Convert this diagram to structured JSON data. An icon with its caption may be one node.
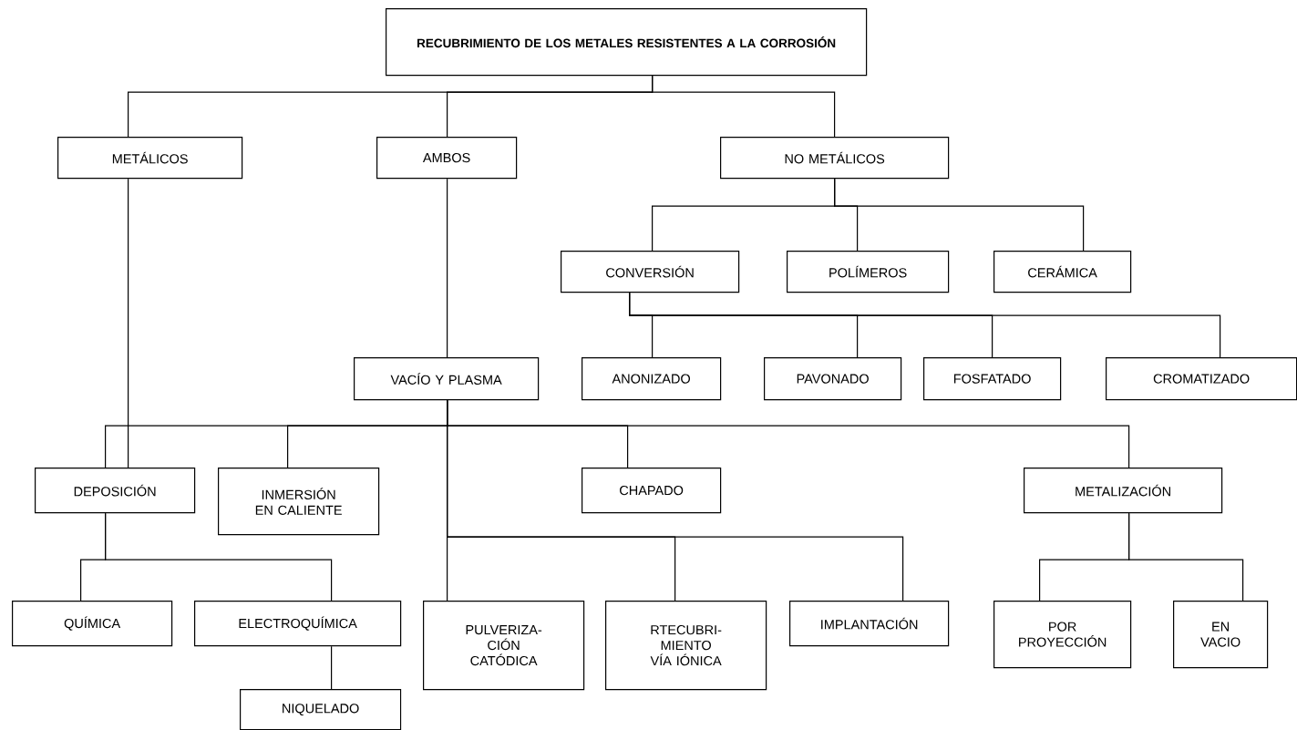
{
  "diagram": {
    "nodes": [
      {
        "text": [
          "RECUBRIMIENTO DE LOS METALES RESISTENTES A LA CORROSIÓN"
        ]
      },
      {
        "text": [
          "METÁLICOS"
        ]
      },
      {
        "text": [
          "AMBOS"
        ]
      },
      {
        "text": [
          "NO METÁLICOS"
        ]
      },
      {
        "text": [
          "CONVERSIÓN"
        ]
      },
      {
        "text": [
          "POLÍMEROS"
        ]
      },
      {
        "text": [
          "CERÁMICA"
        ]
      },
      {
        "text": [
          "VACÍO Y PLASMA"
        ]
      },
      {
        "text": [
          "ANONIZADO"
        ]
      },
      {
        "text": [
          "PAVONADO"
        ]
      },
      {
        "text": [
          "FOSFATADO"
        ]
      },
      {
        "text": [
          "CROMATIZADO"
        ]
      },
      {
        "text": [
          "DEPOSICIÓN"
        ]
      },
      {
        "text": [
          "INMERSIÓN EN CALIENTE"
        ]
      },
      {
        "text": [
          "CHAPADO"
        ]
      },
      {
        "text": [
          "METALIZACIÓN"
        ]
      },
      {
        "text": [
          "QUÍMICA"
        ]
      },
      {
        "text": [
          "ELECTROQUÍMICA"
        ]
      },
      {
        "text": [
          "PULVERIZA- CIÓN CATÓDICA"
        ]
      },
      {
        "text": [
          "RTECUBRI- MIENTO VÍA IÓNICA"
        ]
      },
      {
        "text": [
          "IMPLANTACIÓN"
        ]
      },
      {
        "text": [
          "POR PROYECCIÓN"
        ]
      },
      {
        "text": [
          "EN VACIO"
        ]
      },
      {
        "text": [
          "NIQUELADO"
        ]
      }
    ],
    "edges": [
      {
        "from": 0,
        "to": 1,
        "arrow": "none"
      },
      {
        "from": 0,
        "to": 2,
        "arrow": "none"
      },
      {
        "from": 0,
        "to": 3,
        "arrow": "none"
      },
      {
        "from": 3,
        "to": 4,
        "arrow": "none"
      },
      {
        "from": 3,
        "to": 5,
        "arrow": "none"
      },
      {
        "from": 3,
        "to": 6,
        "arrow": "none"
      },
      {
        "from": 2,
        "to": 7,
        "arrow": "none"
      },
      {
        "from": 4,
        "to": 8,
        "arrow": "none"
      },
      {
        "from": 4,
        "to": 9,
        "arrow": "none"
      },
      {
        "from": 4,
        "to": 10,
        "arrow": "none"
      },
      {
        "from": 4,
        "to": 11,
        "arrow": "none"
      },
      {
        "from": 1,
        "to": 12,
        "arrow": "none"
      },
      {
        "from": 7,
        "to": 12,
        "arrow": "none"
      },
      {
        "from": 7,
        "to": 13,
        "arrow": "none"
      },
      {
        "from": 7,
        "to": 14,
        "arrow": "none"
      },
      {
        "from": 7,
        "to": 15,
        "arrow": "none"
      },
      {
        "from": 7,
        "to": 18,
        "arrow": "none"
      },
      {
        "from": 7,
        "to": 19,
        "arrow": "none"
      },
      {
        "from": 7,
        "to": 20,
        "arrow": "none"
      },
      {
        "from": 12,
        "to": 16,
        "arrow": "none"
      },
      {
        "from": 12,
        "to": 17,
        "arrow": "none"
      },
      {
        "from": 17,
        "to": 23,
        "arrow": "none"
      },
      {
        "from": 15,
        "to": 21,
        "arrow": "none"
      },
      {
        "from": 15,
        "to": 22,
        "arrow": "none"
      }
    ]
  }
}
